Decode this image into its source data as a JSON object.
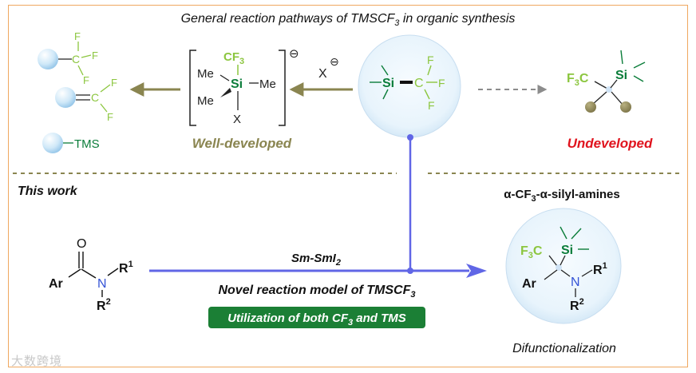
{
  "title": {
    "pre": "General reaction pathways of TMSCF",
    "sub": "3",
    "post": " in organic synthesis"
  },
  "center_reagent": {
    "si": "Si",
    "c": "C",
    "f": "F"
  },
  "left_products": {
    "f": "F",
    "c": "C",
    "tms": "TMS"
  },
  "intermediate": {
    "cf3": "CF",
    "cf3_sub": "3",
    "me": "Me",
    "si": "Si",
    "x": "X",
    "charge": "⊖"
  },
  "anion": {
    "x": "X",
    "charge": "⊖"
  },
  "well_developed": "Well-developed",
  "undeveloped": "Undeveloped",
  "right_top": {
    "f3c": "F",
    "f3c_sub": "3",
    "f3c_c": "C",
    "si": "Si"
  },
  "this_work": "This work",
  "amide": {
    "o": "O",
    "ar": "Ar",
    "n": "N",
    "r": "R",
    "sup1": "1",
    "sup2": "2"
  },
  "reagent": {
    "pre": "Sm-SmI",
    "sub": "2"
  },
  "model": {
    "pre": "Novel reaction model of TMSCF",
    "sub": "3"
  },
  "utilization": {
    "pre": "Utilization of both CF",
    "sub": "3",
    "post": " and TMS"
  },
  "product_header": {
    "pre": "α-CF",
    "sub": "3",
    "post": "-α-silyl-amines"
  },
  "product": {
    "f3c": "F",
    "f3c_sub": "3",
    "f3c_c": "C",
    "si": "Si",
    "ar": "Ar",
    "n": "N",
    "r": "R",
    "sup1": "1",
    "sup2": "2"
  },
  "difunctionalization": "Difunctionalization",
  "watermark": "大数跨境",
  "colors": {
    "green_atom": "#8cc63f",
    "dark_green": "#0b7d3a",
    "olive": "#8a8550",
    "red": "#e0141e",
    "blue": "#6066e6",
    "border": "#f0a860",
    "n_blue": "#3553d6"
  }
}
